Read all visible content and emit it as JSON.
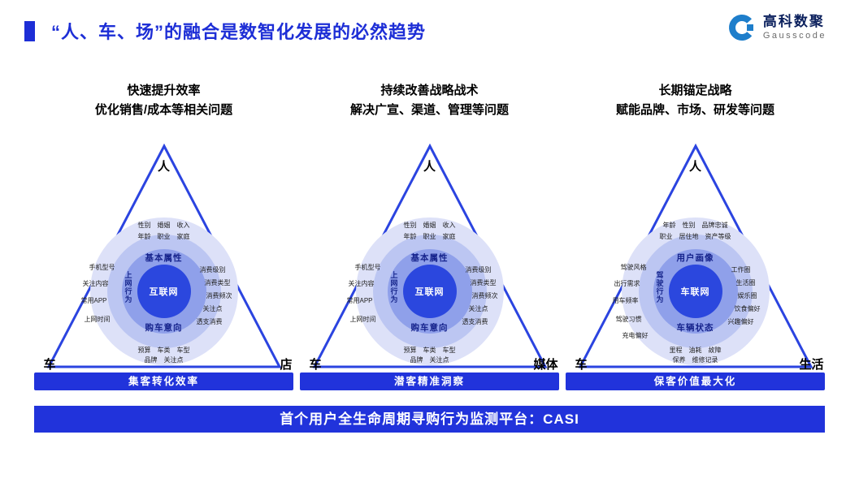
{
  "title": {
    "text": "“人、车、场”的融合是数智化发展的必然趋势"
  },
  "logo": {
    "name": "高科数聚",
    "sub": "Gausscode",
    "icon": "gausscode-ring-icon"
  },
  "colors": {
    "primary_blue": "#2133DB",
    "title_blue": "#1D2ED6",
    "triangle_blue": "#2B44E0",
    "circle_outer": "#DDE1F8",
    "circle_mid": "#BCC6F2",
    "circle_inner": "#8FA0EA",
    "circle_core": "#2B47DE",
    "logo_blue": "#1E7ECB"
  },
  "panels": [
    {
      "header1": "快速提升效率",
      "header2": "优化销售/成本等相关问题",
      "apex": "人",
      "left_vertex": "车",
      "right_vertex": "店",
      "center": "互联网",
      "ring_top": "基本属性",
      "ring_bottom": "购车意向",
      "ring_side": "上网行为",
      "top_line1": "性别　婚姻　收入",
      "top_line2": "年龄　职业　家庭",
      "left_items": [
        "手机型号",
        "关注内容",
        "常用APP",
        "上网时间"
      ],
      "right_items": [
        "消费级别",
        "消费类型",
        "消费频次",
        "关注点",
        "透支消费"
      ],
      "bottom_line1": "预算　车类　车型",
      "bottom_line2": "品牌　关注点",
      "bar": "集客转化效率"
    },
    {
      "header1": "持续改善战略战术",
      "header2": "解决广宣、渠道、管理等问题",
      "apex": "人",
      "left_vertex": "车",
      "right_vertex": "媒体",
      "center": "互联网",
      "ring_top": "基本属性",
      "ring_bottom": "购车意向",
      "ring_side": "上网行为",
      "top_line1": "性别　婚姻　收入",
      "top_line2": "年龄　职业　家庭",
      "left_items": [
        "手机型号",
        "关注内容",
        "常用APP",
        "上网时间"
      ],
      "right_items": [
        "消费级别",
        "消费类型",
        "消费频次",
        "关注点",
        "透支消费"
      ],
      "bottom_line1": "预算　车类　车型",
      "bottom_line2": "品牌　关注点",
      "bar": "潜客精准洞察"
    },
    {
      "header1": "长期锚定战略",
      "header2": "赋能品牌、市场、研发等问题",
      "apex": "人",
      "left_vertex": "车",
      "right_vertex": "生活",
      "center": "车联网",
      "ring_top": "用户画像",
      "ring_bottom": "车辆状态",
      "ring_side": "驾驶行为",
      "top_line1": "年龄　性别　品牌忠诚",
      "top_line2": "职业　居住地　资产等级",
      "left_items": [
        "驾驶风格",
        "出行需求",
        "用车频率",
        "驾驶习惯",
        "充电偏好"
      ],
      "right_items": [
        "工作圈",
        "生活圈",
        "娱乐圈",
        "饮食偏好",
        "兴趣偏好"
      ],
      "bottom_line1": "里程　油耗　故障",
      "bottom_line2": "保养　维修记录",
      "bar": "保客价值最大化"
    }
  ],
  "footer": {
    "text": "首个用户全生命周期寻购行为监测平台：CASI"
  }
}
